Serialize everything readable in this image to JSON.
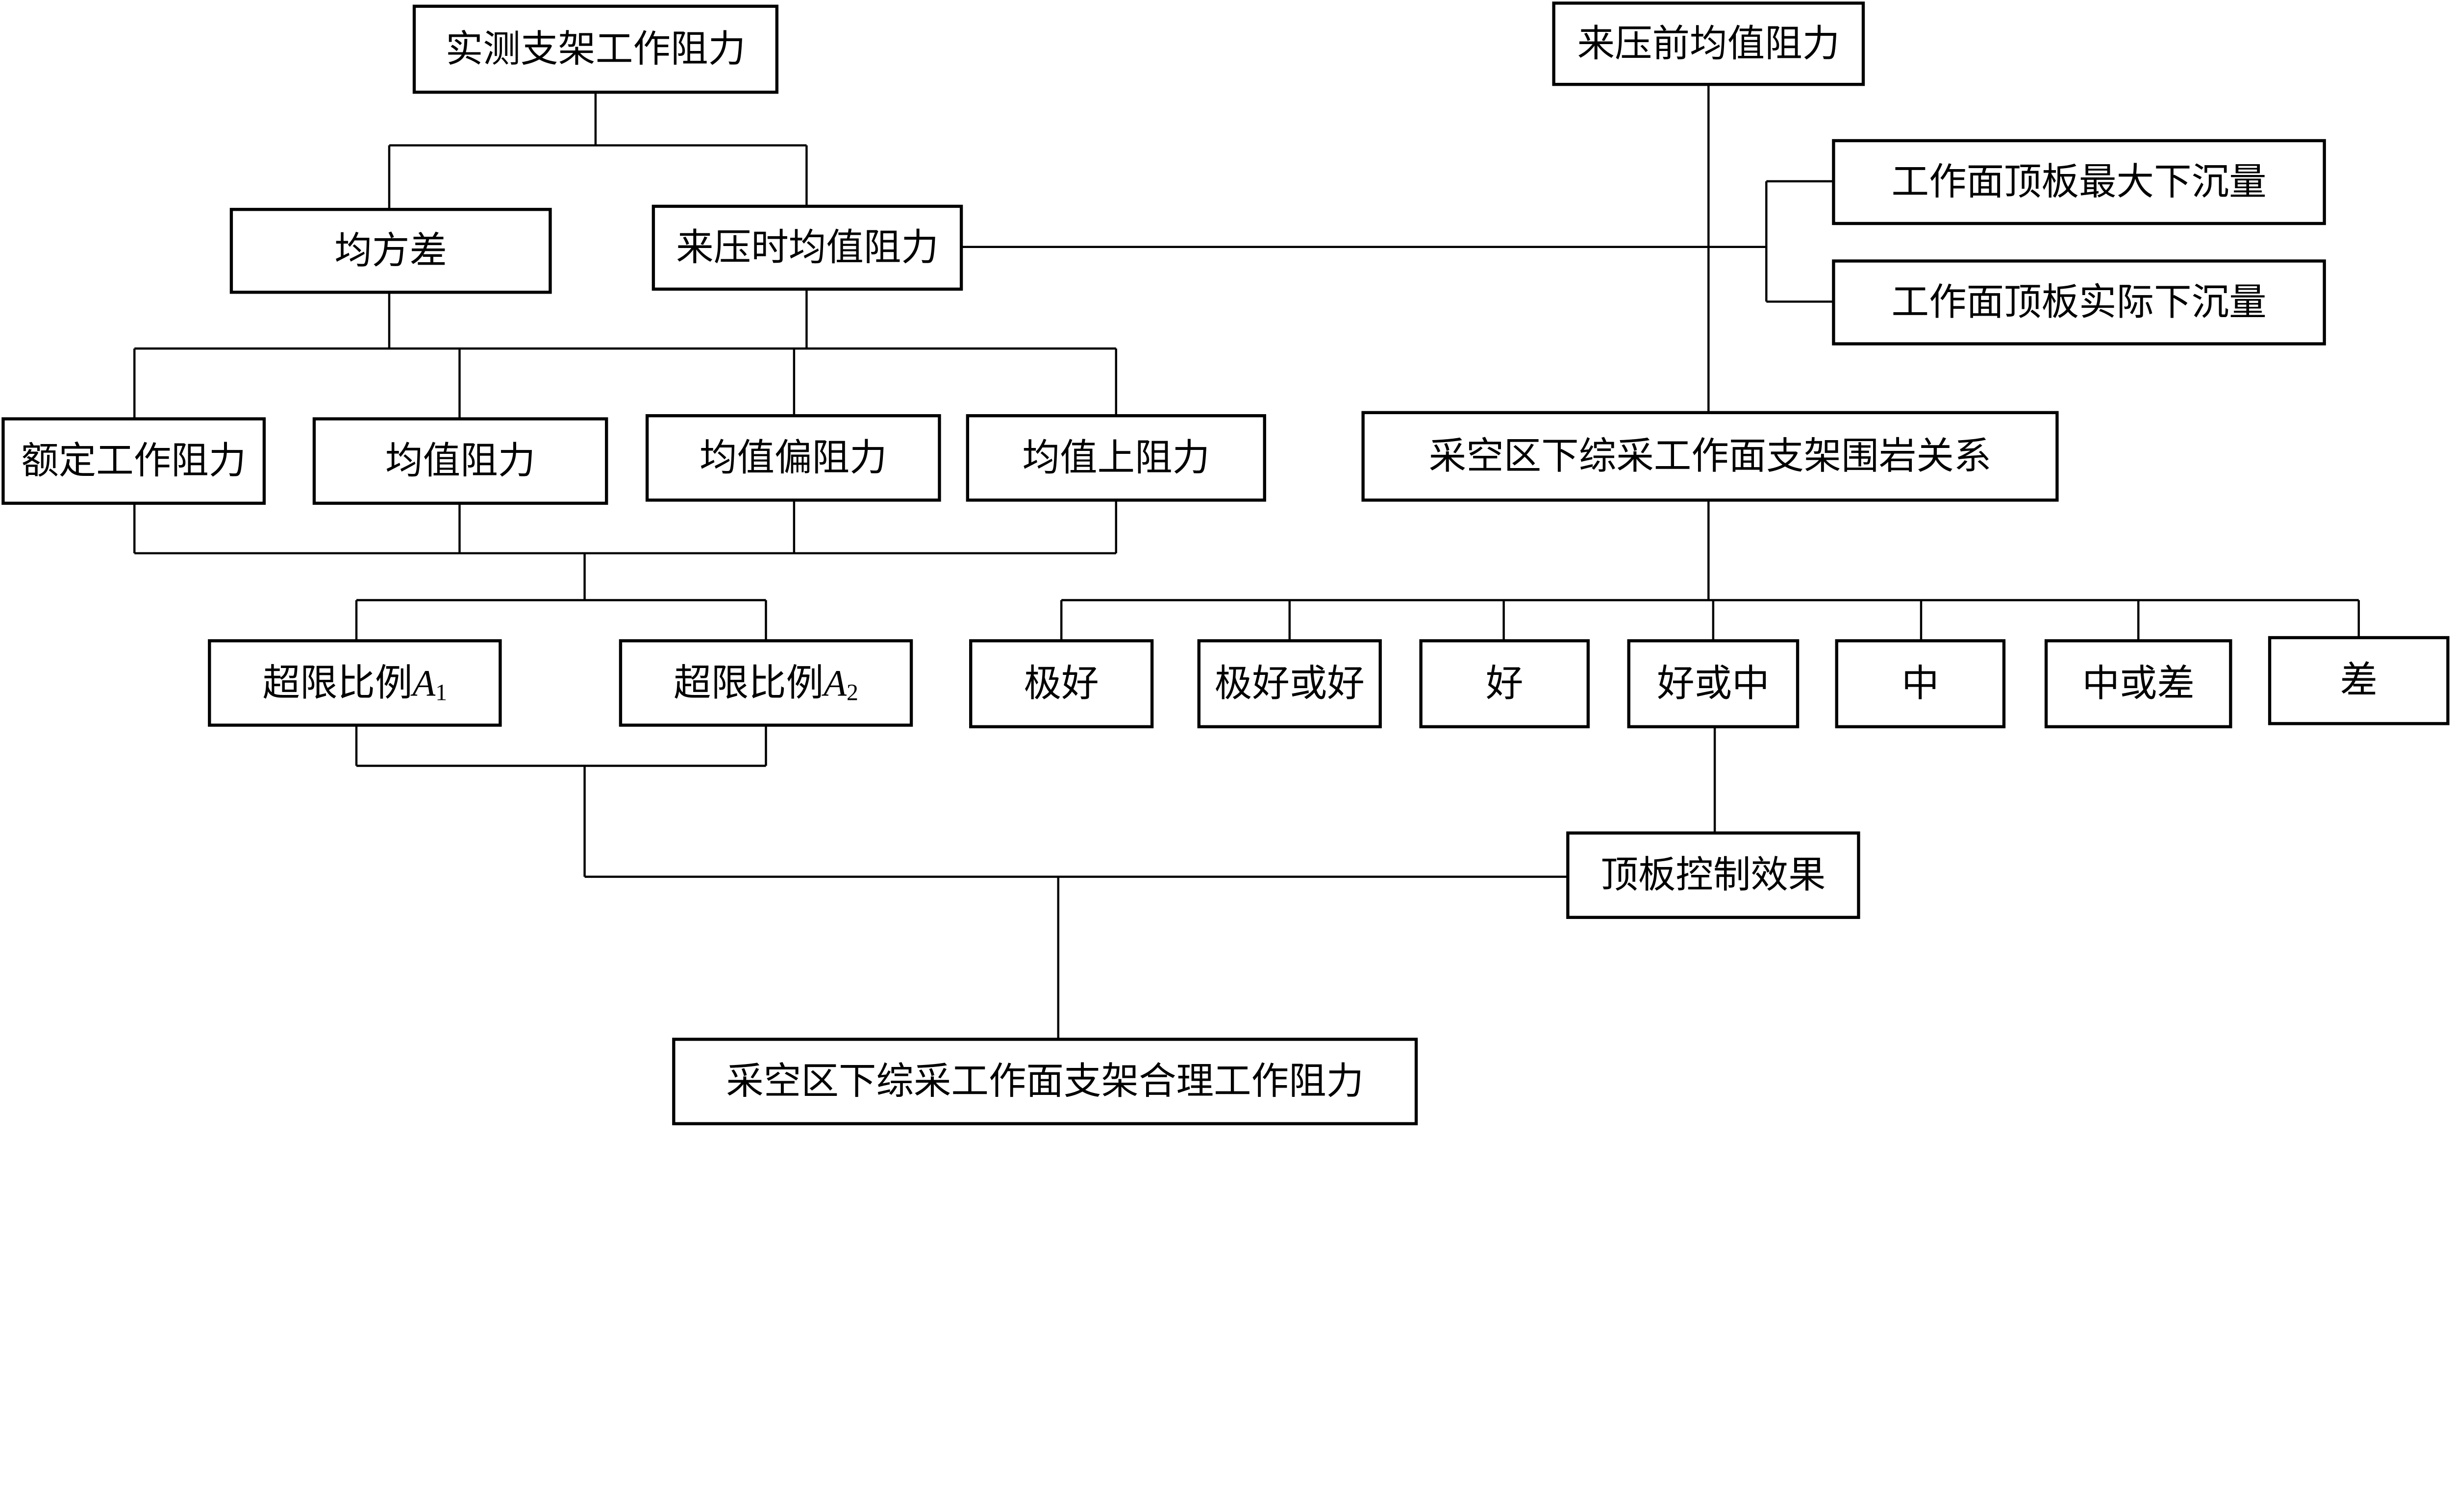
{
  "nodes": {
    "measured": "实测支架工作阻力",
    "pre_pressure_mean": "来压前均值阻力",
    "std_dev": "均方差",
    "pressure_mean": "来压时均值阻力",
    "max_subsidence": "工作面顶板最大下沉量",
    "actual_subsidence": "工作面顶板实际下沉量",
    "rated": "额定工作阻力",
    "mean": "均值阻力",
    "mean_bias": "均值偏阻力",
    "mean_upper": "均值上阻力",
    "relation": "采空区下综采工作面支架围岩关系",
    "a1_label": "超限比例",
    "a1_var": "A",
    "a1_sub": "1",
    "a2_label": "超限比例",
    "a2_var": "A",
    "a2_sub": "2",
    "excellent": "极好",
    "excellent_or_good": "极好或好",
    "good": "好",
    "good_or_medium": "好或中",
    "medium": "中",
    "medium_or_poor": "中或差",
    "poor": "差",
    "roof_control": "顶板控制效果",
    "reasonable": "采空区下综采工作面支架合理工作阻力"
  }
}
